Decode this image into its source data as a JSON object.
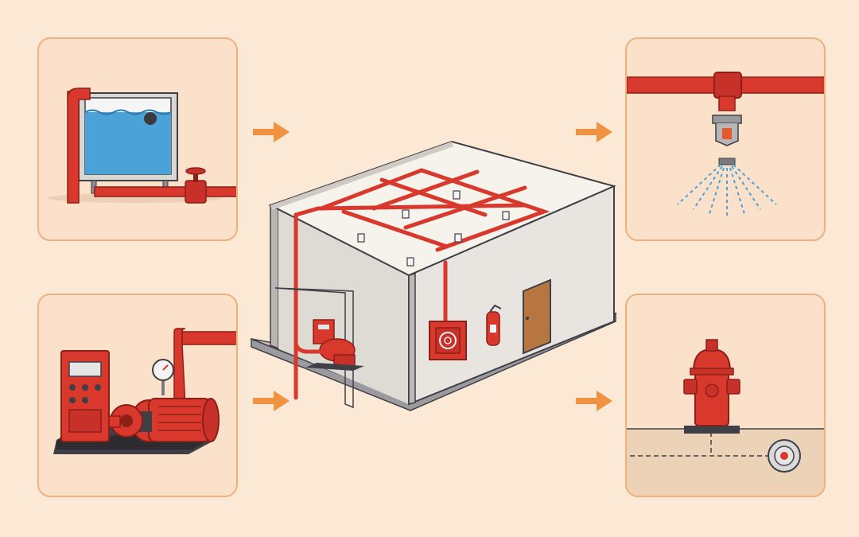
{
  "colors": {
    "background": "#fbe9d6",
    "panel": "#fbe1c9",
    "panel_border": "#efb07f",
    "arrow": "#ef9242",
    "pipe_red": "#d9382c",
    "pipe_dark": "#8c1f18",
    "water": "#4aa2d9",
    "wall": "#e3e0db",
    "roof": "#f6f2ec",
    "outline": "#3f3f46",
    "door": "#b7763f",
    "ground": "#ecd2b6"
  },
  "panels": [
    {
      "id": "water-tank",
      "icon": "water-tank-icon"
    },
    {
      "id": "fire-pump",
      "icon": "fire-pump-icon"
    },
    {
      "id": "sprinkler",
      "icon": "sprinkler-head-icon"
    },
    {
      "id": "hydrant",
      "icon": "fire-hydrant-icon"
    }
  ],
  "flow_arrows": [
    {
      "from": "water-tank",
      "to": "building"
    },
    {
      "from": "fire-pump",
      "to": "building"
    },
    {
      "from": "building",
      "to": "sprinkler"
    },
    {
      "from": "building",
      "to": "hydrant"
    }
  ],
  "center": {
    "icon": "building-fire-protection-system-icon"
  }
}
